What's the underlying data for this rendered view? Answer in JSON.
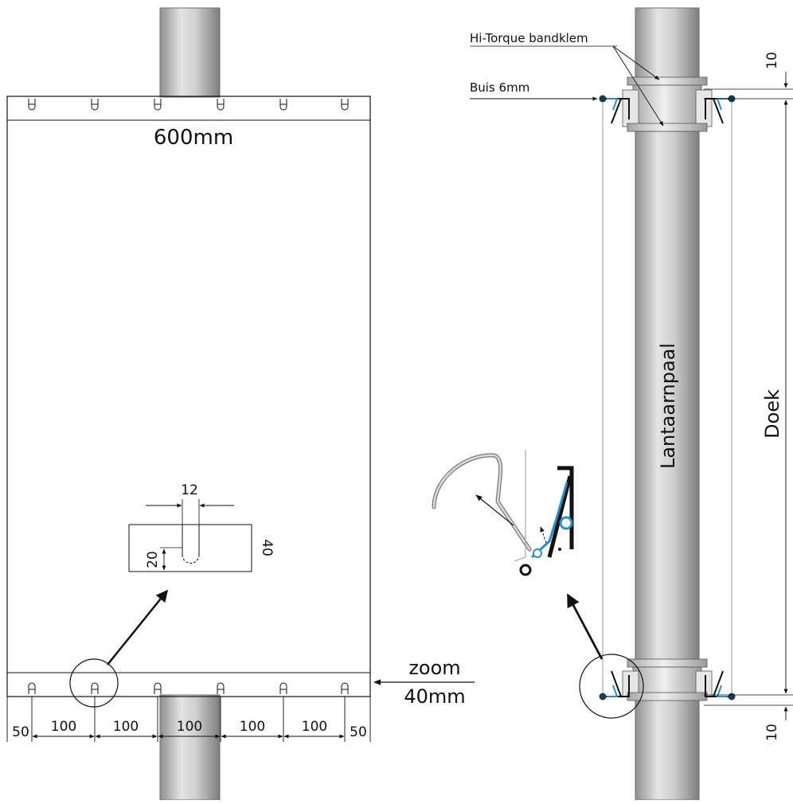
{
  "left_view": {
    "width_label": "600mm",
    "zoom_label_line1": "zoom",
    "zoom_label_line2": "40mm",
    "spacing": [
      "50",
      "100",
      "100",
      "100",
      "100",
      "100",
      "50"
    ],
    "slot_detail": {
      "width_label": "12",
      "height_label": "20",
      "depth_label": "40"
    }
  },
  "right_view": {
    "clamp_label": "Hi-Torque bandklem",
    "tube_label": "Buis 6mm",
    "top_gap_label": "10",
    "bottom_gap_label": "10",
    "cloth_label": "Doek",
    "pole_label": "Lantaarnpaal"
  },
  "colors": {
    "accent_blue": "#2b8fc4",
    "pole_mid": "#d6d6d6",
    "pole_edge": "#8a8a8a",
    "line": "#111111"
  }
}
